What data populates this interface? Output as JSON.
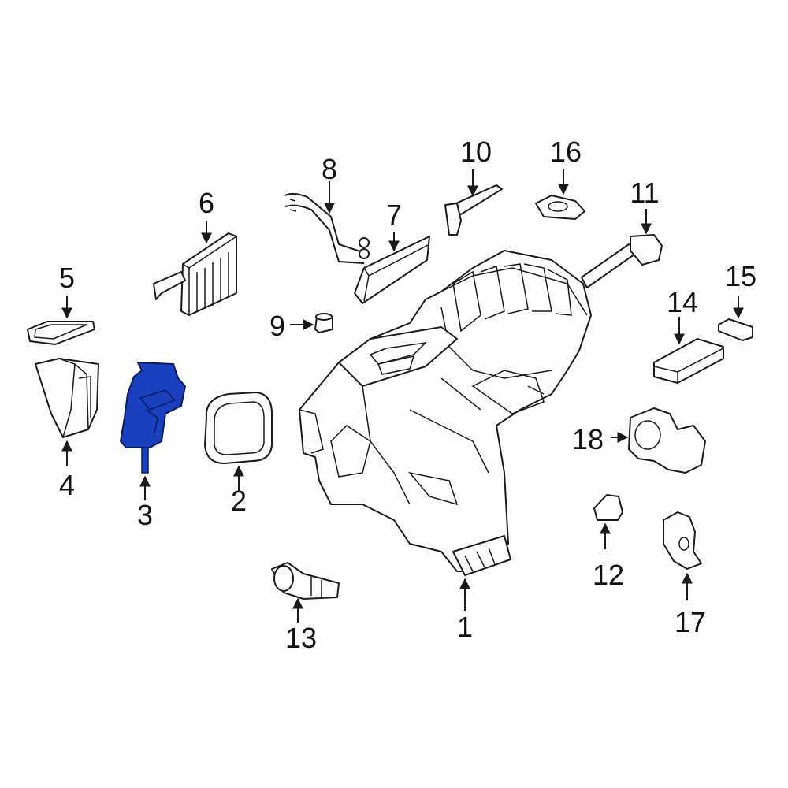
{
  "diagram": {
    "highlight_color": "#1a3fbf",
    "line_color": "#1a1a1a",
    "background": "#ffffff",
    "callouts": [
      {
        "id": "1",
        "text": "1"
      },
      {
        "id": "2",
        "text": "2"
      },
      {
        "id": "3",
        "text": "3"
      },
      {
        "id": "4",
        "text": "4"
      },
      {
        "id": "5",
        "text": "5"
      },
      {
        "id": "6",
        "text": "6"
      },
      {
        "id": "7",
        "text": "7"
      },
      {
        "id": "8",
        "text": "8"
      },
      {
        "id": "9",
        "text": "9"
      },
      {
        "id": "10",
        "text": "10"
      },
      {
        "id": "11",
        "text": "11"
      },
      {
        "id": "12",
        "text": "12"
      },
      {
        "id": "13",
        "text": "13"
      },
      {
        "id": "14",
        "text": "14"
      },
      {
        "id": "15",
        "text": "15"
      },
      {
        "id": "16",
        "text": "16"
      },
      {
        "id": "17",
        "text": "17"
      },
      {
        "id": "18",
        "text": "18"
      }
    ],
    "highlighted_part": "3"
  }
}
